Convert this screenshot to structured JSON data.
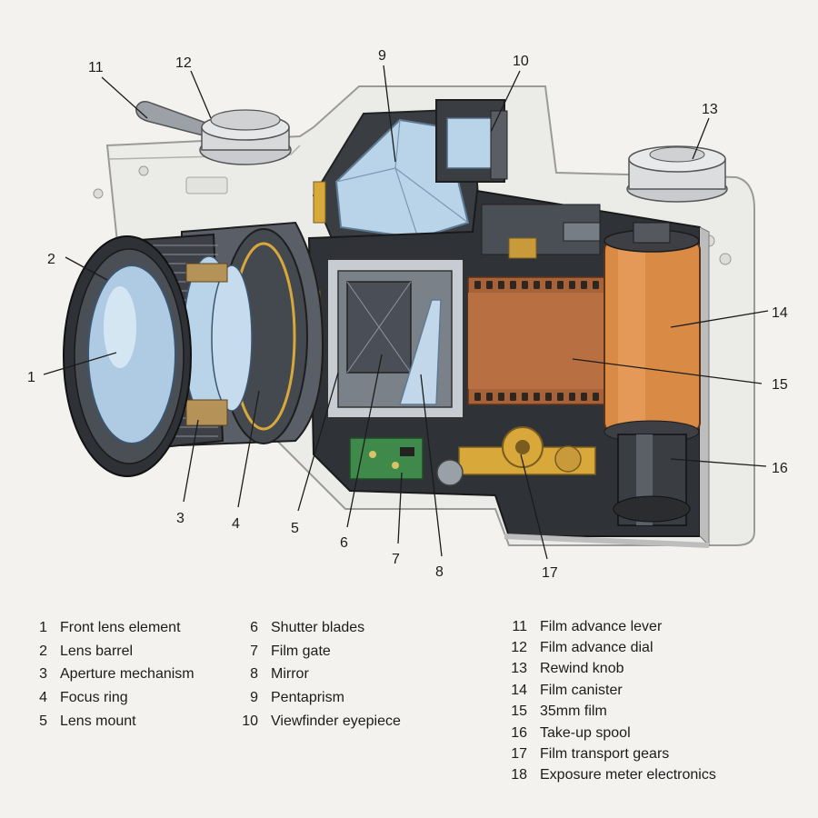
{
  "callouts": [
    {
      "num": "1"
    },
    {
      "num": "2"
    },
    {
      "num": "3"
    },
    {
      "num": "4"
    },
    {
      "num": "5"
    },
    {
      "num": "6"
    },
    {
      "num": "7"
    },
    {
      "num": "8"
    },
    {
      "num": "9"
    },
    {
      "num": "10"
    },
    {
      "num": "11"
    },
    {
      "num": "12"
    },
    {
      "num": "13"
    },
    {
      "num": "14"
    },
    {
      "num": "15"
    },
    {
      "num": "16"
    },
    {
      "num": "17"
    }
  ],
  "legend": [
    {
      "num": "1",
      "label": "Front lens element"
    },
    {
      "num": "2",
      "label": "Lens barrel"
    },
    {
      "num": "3",
      "label": "Aperture mechanism"
    },
    {
      "num": "4",
      "label": "Focus ring"
    },
    {
      "num": "5",
      "label": "Lens mount"
    },
    {
      "num": "6",
      "label": "Shutter blades"
    },
    {
      "num": "7",
      "label": "Film gate"
    },
    {
      "num": "8",
      "label": "Mirror"
    },
    {
      "num": "9",
      "label": "Pentaprism"
    },
    {
      "num": "10",
      "label": "Viewfinder eyepiece"
    },
    {
      "num": "11",
      "label": "Film advance lever"
    },
    {
      "num": "12",
      "label": "Film advance dial"
    },
    {
      "num": "13",
      "label": "Rewind knob"
    },
    {
      "num": "14",
      "label": "Film canister"
    },
    {
      "num": "15",
      "label": "35mm film"
    },
    {
      "num": "16",
      "label": "Take-up spool"
    },
    {
      "num": "17",
      "label": "Film transport gears"
    },
    {
      "num": "18",
      "label": "Exposure meter electronics"
    }
  ],
  "colors": {
    "body_line": "#8c8c8c",
    "body_fill": "#e9e9e6",
    "cutaway_dark": "#2e3136",
    "glass": "#b9d3e8",
    "film_orange": "#c8783a",
    "film_brown": "#a8623a",
    "brass": "#d8a83a",
    "pcb_green": "#3f8a4a",
    "metal": "#9aa0a8"
  }
}
